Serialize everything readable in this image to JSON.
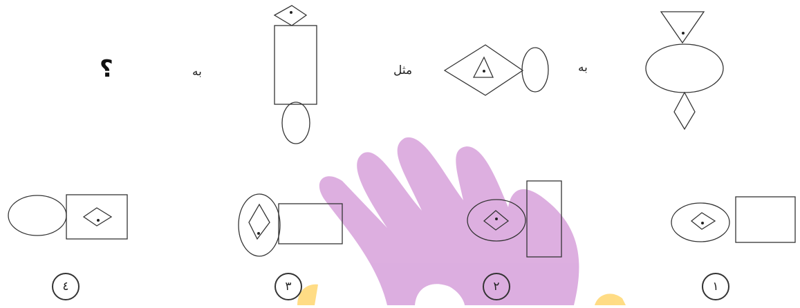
{
  "question": {
    "word_to_1": "به",
    "word_like": "مثل",
    "word_to_2": "به",
    "question_mark": "؟"
  },
  "options": [
    {
      "number": "١"
    },
    {
      "number": "٢"
    },
    {
      "number": "٣"
    },
    {
      "number": "٤"
    }
  ],
  "colors": {
    "line": "#333333",
    "watermark": "#d9a6dd",
    "watermark_accent": "#ffd978"
  },
  "watermark": {
    "icon": "hand-logo-watermark"
  }
}
